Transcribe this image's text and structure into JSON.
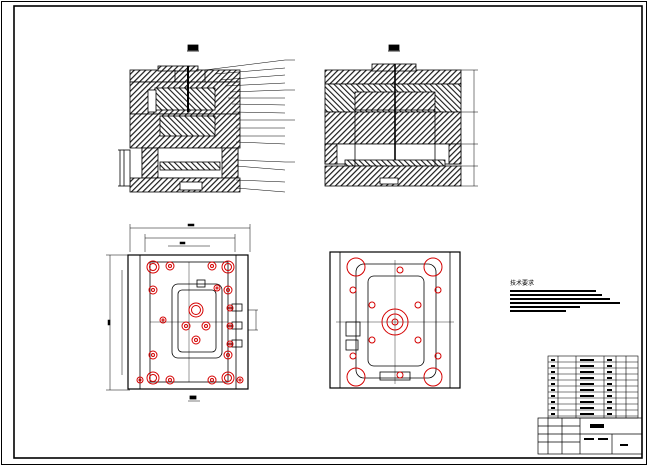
{
  "drawing": {
    "views": [
      {
        "id": "section-a",
        "label": "A-A"
      },
      {
        "id": "section-b",
        "label": "B-B"
      },
      {
        "id": "plan-fixed",
        "label": ""
      },
      {
        "id": "plan-moving",
        "label": ""
      }
    ],
    "notes_title": "技术要求",
    "colors": {
      "line": "#000000",
      "hatch": "#202020",
      "accent": "#d40000",
      "paper": "#ffffff"
    }
  }
}
